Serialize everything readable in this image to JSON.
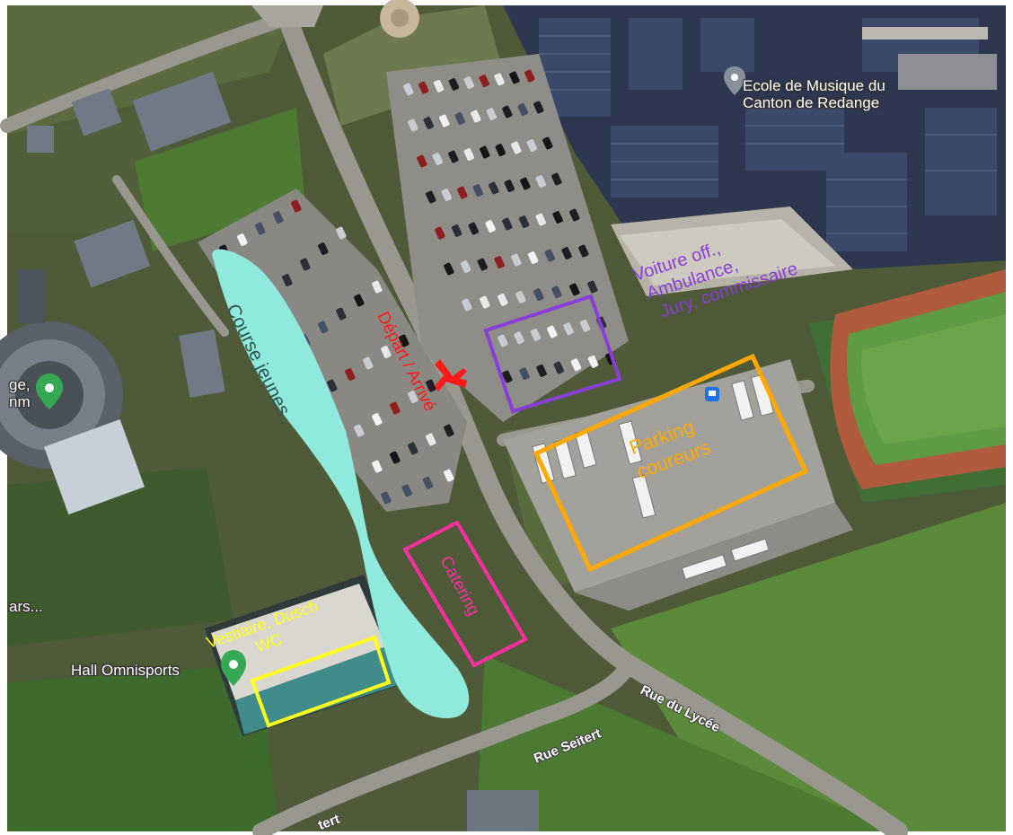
{
  "map": {
    "poi": {
      "ecole": [
        "Ecole de Musique du",
        "Canton de Redange"
      ],
      "hall": "Hall Omnisports",
      "cut_left": [
        "ge,",
        "nm"
      ],
      "cut_left_bottom": "ars..."
    },
    "streets": {
      "lycee": "Rue du Lycée",
      "seitert": "Rue Seitert",
      "bottom_cut": "tert"
    }
  },
  "annotations": {
    "course_jeunes": "Course jeunes",
    "depart": "Départ / Arrivé",
    "voiture": [
      "Voiture off.,",
      "Ambulance,",
      "Jury, commissaire"
    ],
    "parking": [
      "Parking",
      "coureurs"
    ],
    "catering": "Catering",
    "vestiaire": [
      "Vestiaire, Dusch",
      "WC"
    ]
  },
  "colors": {
    "course_fill": "#8fe9dc",
    "depart": "#ff1a1a",
    "voiture": "#8a3ed8",
    "parking": "#ffa800",
    "catering": "#ff2ea0",
    "vestiaire": "#ffff1a",
    "poi_green": "#34a853"
  }
}
